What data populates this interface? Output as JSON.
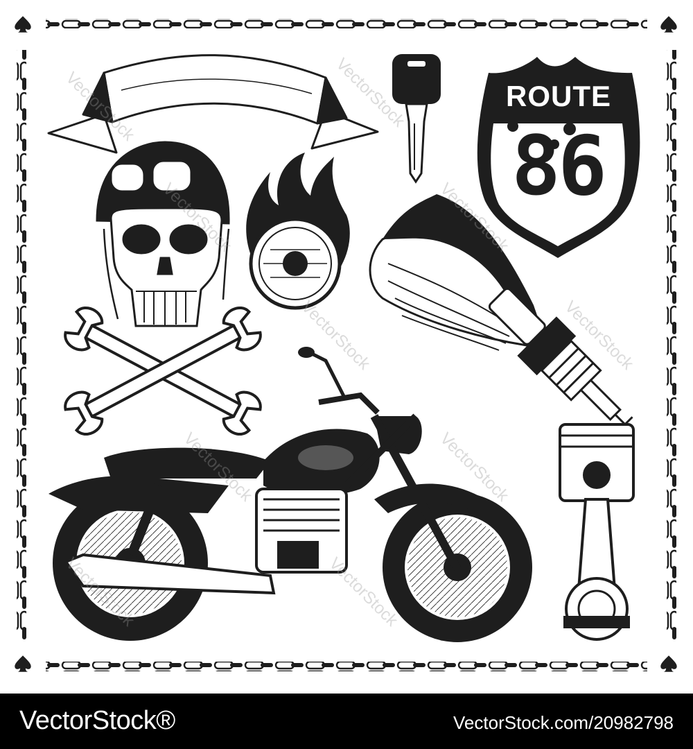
{
  "sign": {
    "label": "ROUTE",
    "number": "86"
  },
  "watermark": {
    "text": "VectorStock"
  },
  "footer": {
    "brand": "VectorStock®",
    "image_id": "VectorStock.com/20982798"
  },
  "colors": {
    "ink": "#1e1e1e",
    "paper": "#ffffff",
    "footer_bg": "#000000"
  },
  "icons": [
    "chain-border",
    "spade-corner",
    "ribbon-banner",
    "motorcycle-key",
    "route-86-sign",
    "skull-with-helmet",
    "flaming-headlight",
    "winged-spark-plug",
    "crossed-wrenches",
    "motorcycle",
    "piston"
  ]
}
